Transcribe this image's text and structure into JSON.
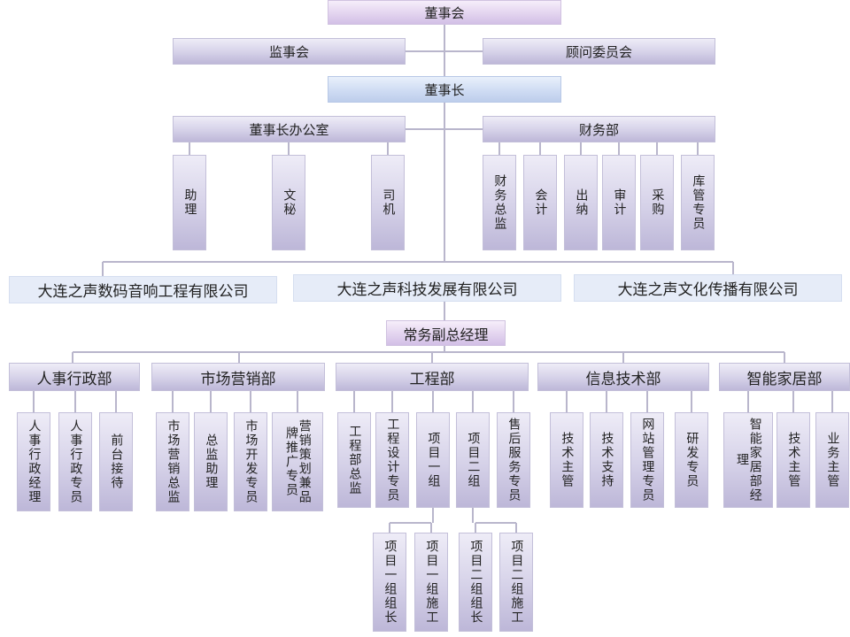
{
  "top": {
    "board": "董事会",
    "supervisory": "监事会",
    "advisory": "顾问委员会",
    "chairman": "董事长",
    "chairman_office": "董事长办公室",
    "finance_dept": "财务部"
  },
  "office_staff": [
    "助理",
    "文秘",
    "司机"
  ],
  "finance_staff": [
    "财务总监",
    "会计",
    "出纳",
    "审计",
    "采购",
    "库管专员"
  ],
  "companies": [
    "大连之声数码音响工程有限公司",
    "大连之声科技发展有限公司",
    "大连之声文化传播有限公司"
  ],
  "exec_vp": "常务副总经理",
  "departments": [
    {
      "name": "人事行政部",
      "roles": [
        "人事行政经理",
        "人事行政专员",
        "前台接待"
      ]
    },
    {
      "name": "市场营销部",
      "roles": [
        "市场营销总监",
        "总监助理",
        "市场开发专员",
        "营销策划兼品牌推广专员"
      ]
    },
    {
      "name": "工程部",
      "roles": [
        "工程部总监",
        "工程设计专员",
        "项目一组",
        "项目二组",
        "售后服务专员"
      ]
    },
    {
      "name": "信息技术部",
      "roles": [
        "技术主管",
        "技术支持",
        "网站管理专员",
        "研发专员"
      ]
    },
    {
      "name": "智能家居部",
      "roles": [
        "智能家居部经理",
        "技术主管",
        "业务主管"
      ]
    }
  ],
  "project_sub": [
    "项目一组组长",
    "项目一组施工",
    "项目二组组长",
    "项目二组施工"
  ]
}
